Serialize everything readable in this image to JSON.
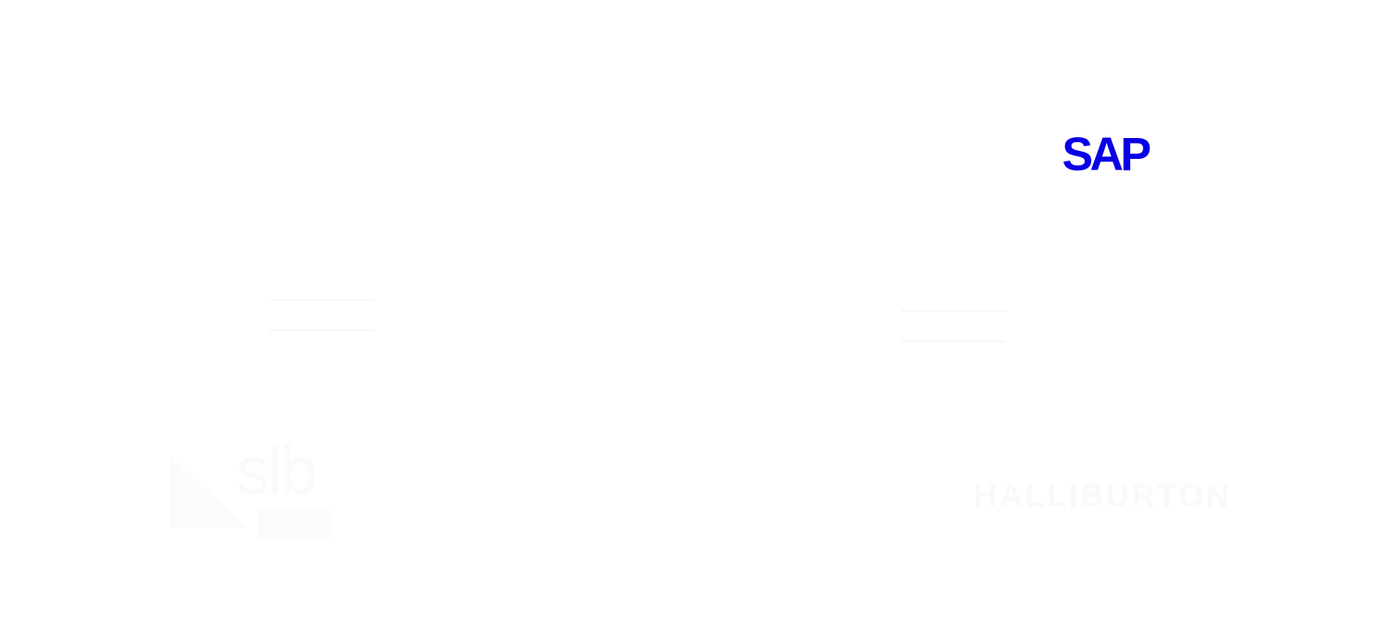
{
  "logos": {
    "sap": {
      "text": "SAP",
      "color": "#0a00e6"
    },
    "slb": {
      "text": "slb"
    },
    "halliburton": {
      "text": "HALLIBURTON"
    }
  }
}
